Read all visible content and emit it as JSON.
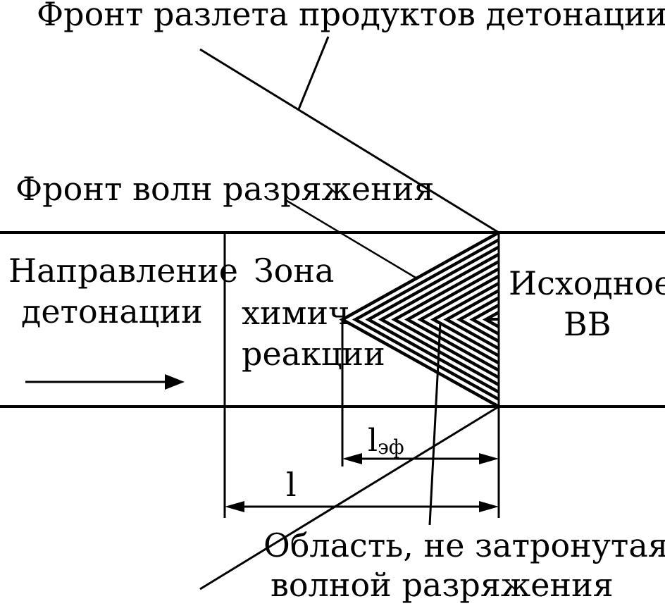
{
  "labels": {
    "products_front": "Фронт разлета продуктов детонации",
    "rarefaction_front": "Фронт волн разряжения",
    "direction_line1": "Направление",
    "direction_line2": "детонации",
    "zone_line1": "Зона",
    "zone_line2": "химич",
    "zone_line3": "реакции",
    "initial_line1": "Исходное",
    "initial_line2": "ВВ",
    "l_eff_main": "l",
    "l_eff_sub": "эф",
    "l_total": "l",
    "untouched_line1": "Область, не затронутая",
    "untouched_line2": "волной разряжения"
  },
  "colors": {
    "ink": "#000000",
    "background": "#ffffff"
  }
}
